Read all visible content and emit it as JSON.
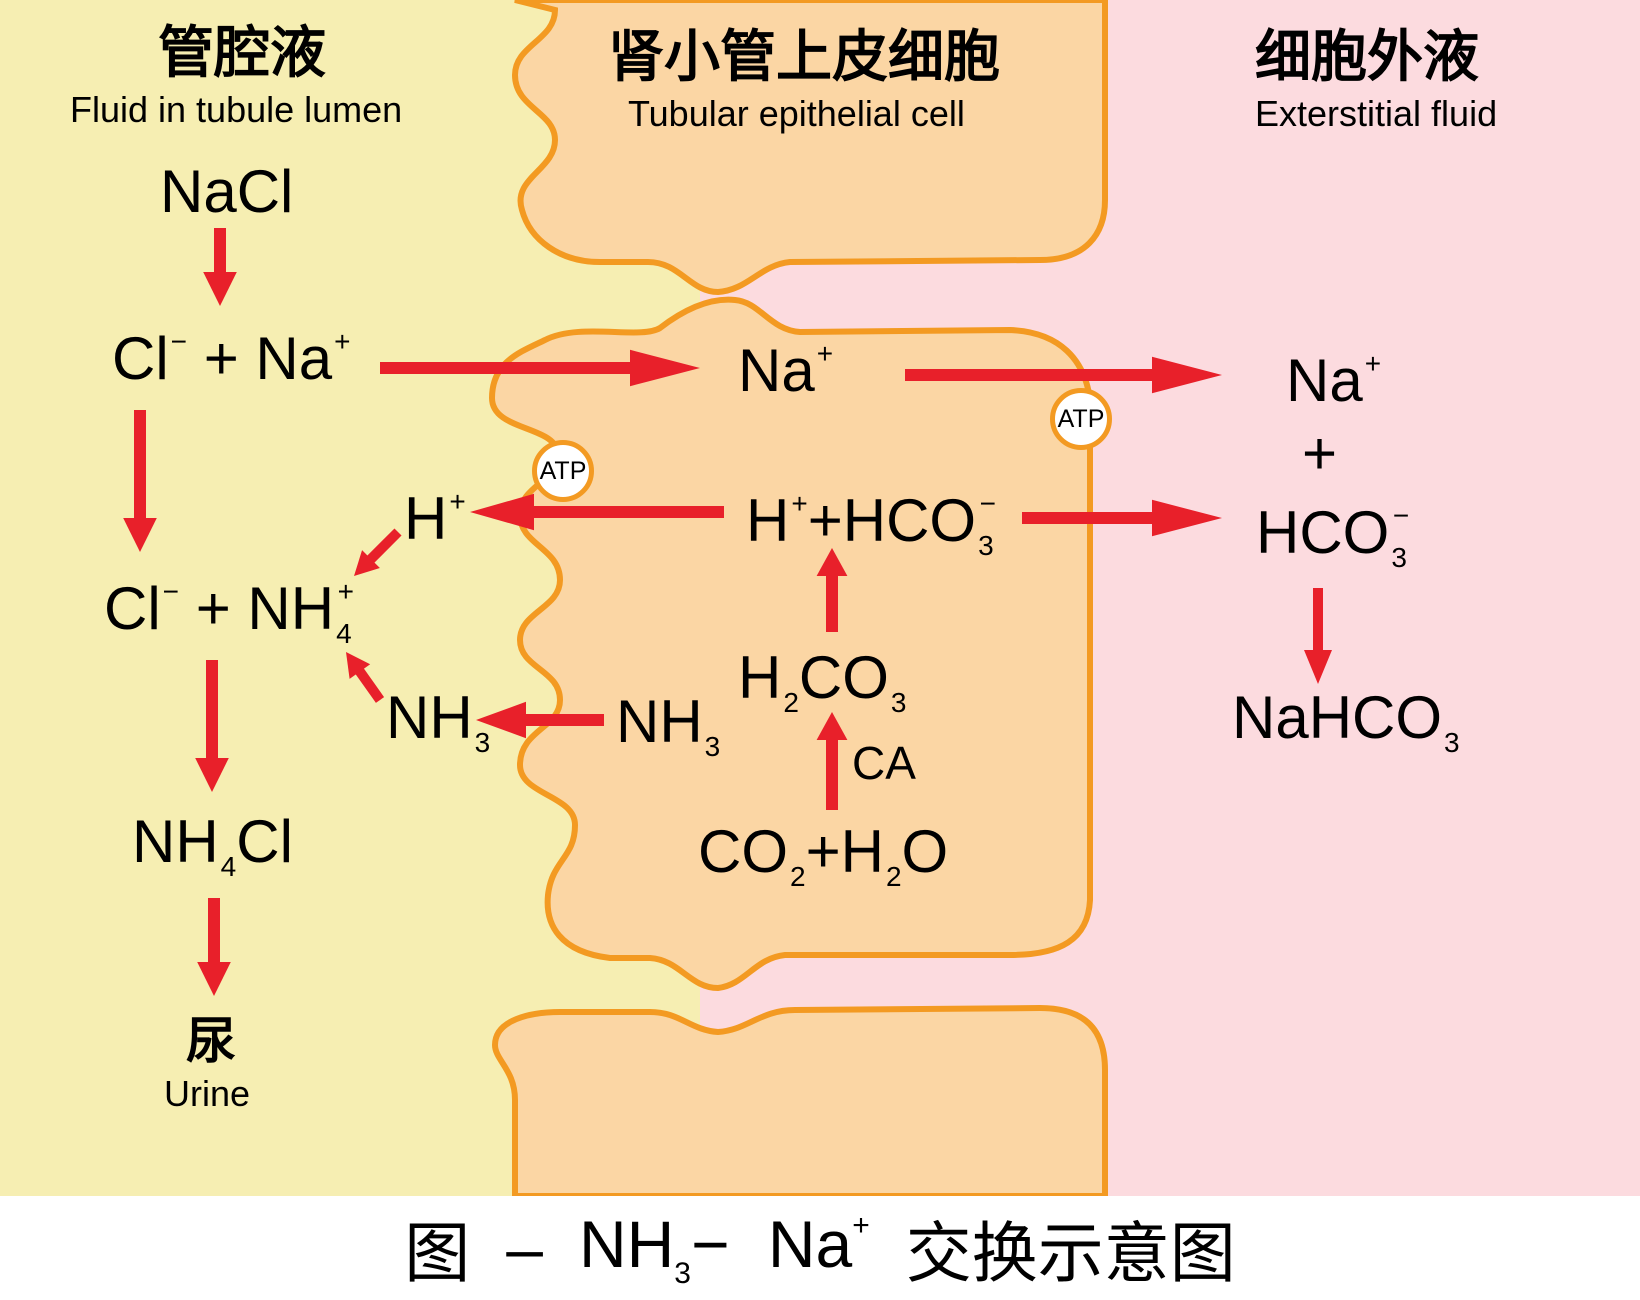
{
  "regions": {
    "lumen": {
      "title_cn": "管腔液",
      "title_en": "Fluid in tubule lumen",
      "color": "#f6eeb2"
    },
    "cell": {
      "title_cn": "肾小管上皮细胞",
      "title_en": "Tubular epithelial cell",
      "color": "#fbd6a4",
      "border": "#f39a22"
    },
    "interstitial": {
      "title_cn": "细胞外液",
      "title_en": "Exterstitial fluid",
      "color": "#fcdbdf"
    }
  },
  "lumen_species": {
    "nacl": {
      "main": "NaCl"
    },
    "cl1": {
      "a": "Cl",
      "a_sup": "−",
      "plus": "+",
      "b": "Na",
      "b_sup": "+"
    },
    "h": {
      "main": "H",
      "sup": "+"
    },
    "cl2": {
      "a": "Cl",
      "a_sup": "−",
      "plus": "+",
      "b": "NH",
      "b_sub": "4",
      "b_sup": "+"
    },
    "nh3": {
      "main": "NH",
      "sub": "3"
    },
    "nh4cl": {
      "a": "NH",
      "a_sub": "4",
      "b": "Cl"
    },
    "urine": {
      "cn": "尿",
      "en": "Urine"
    }
  },
  "cell_species": {
    "na": {
      "main": "Na",
      "sup": "+"
    },
    "h_hco3": {
      "a": "H",
      "a_sup": "+",
      "plus": "+",
      "b": "HCO",
      "b_sub": "3",
      "b_sup": "−"
    },
    "nh3": {
      "main": "NH",
      "sub": "3"
    },
    "h2co3": {
      "a": "H",
      "a_sub": "2",
      "b": "CO",
      "b_sub": "3"
    },
    "ca": "CA",
    "co2_h2o": {
      "a": "CO",
      "a_sub": "2",
      "plus": "+",
      "b": "H",
      "b_sub": "2",
      "c": "O"
    }
  },
  "interstitial_species": {
    "na": {
      "main": "Na",
      "sup": "+"
    },
    "plus": "+",
    "hco3": {
      "main": "HCO",
      "sub": "3",
      "sup": "−"
    },
    "nahco3": {
      "main": "NaHCO",
      "sub": "3"
    }
  },
  "atp_labels": {
    "apical": "ATP",
    "basolateral": "ATP"
  },
  "arrow_color": "#e8202a",
  "caption": {
    "prefix": "图",
    "dash1": "–",
    "nh": "NH",
    "nh_sub": "3",
    "dash2": "−",
    "na": "Na",
    "na_sup": "+",
    "suffix": "交换示意图"
  }
}
